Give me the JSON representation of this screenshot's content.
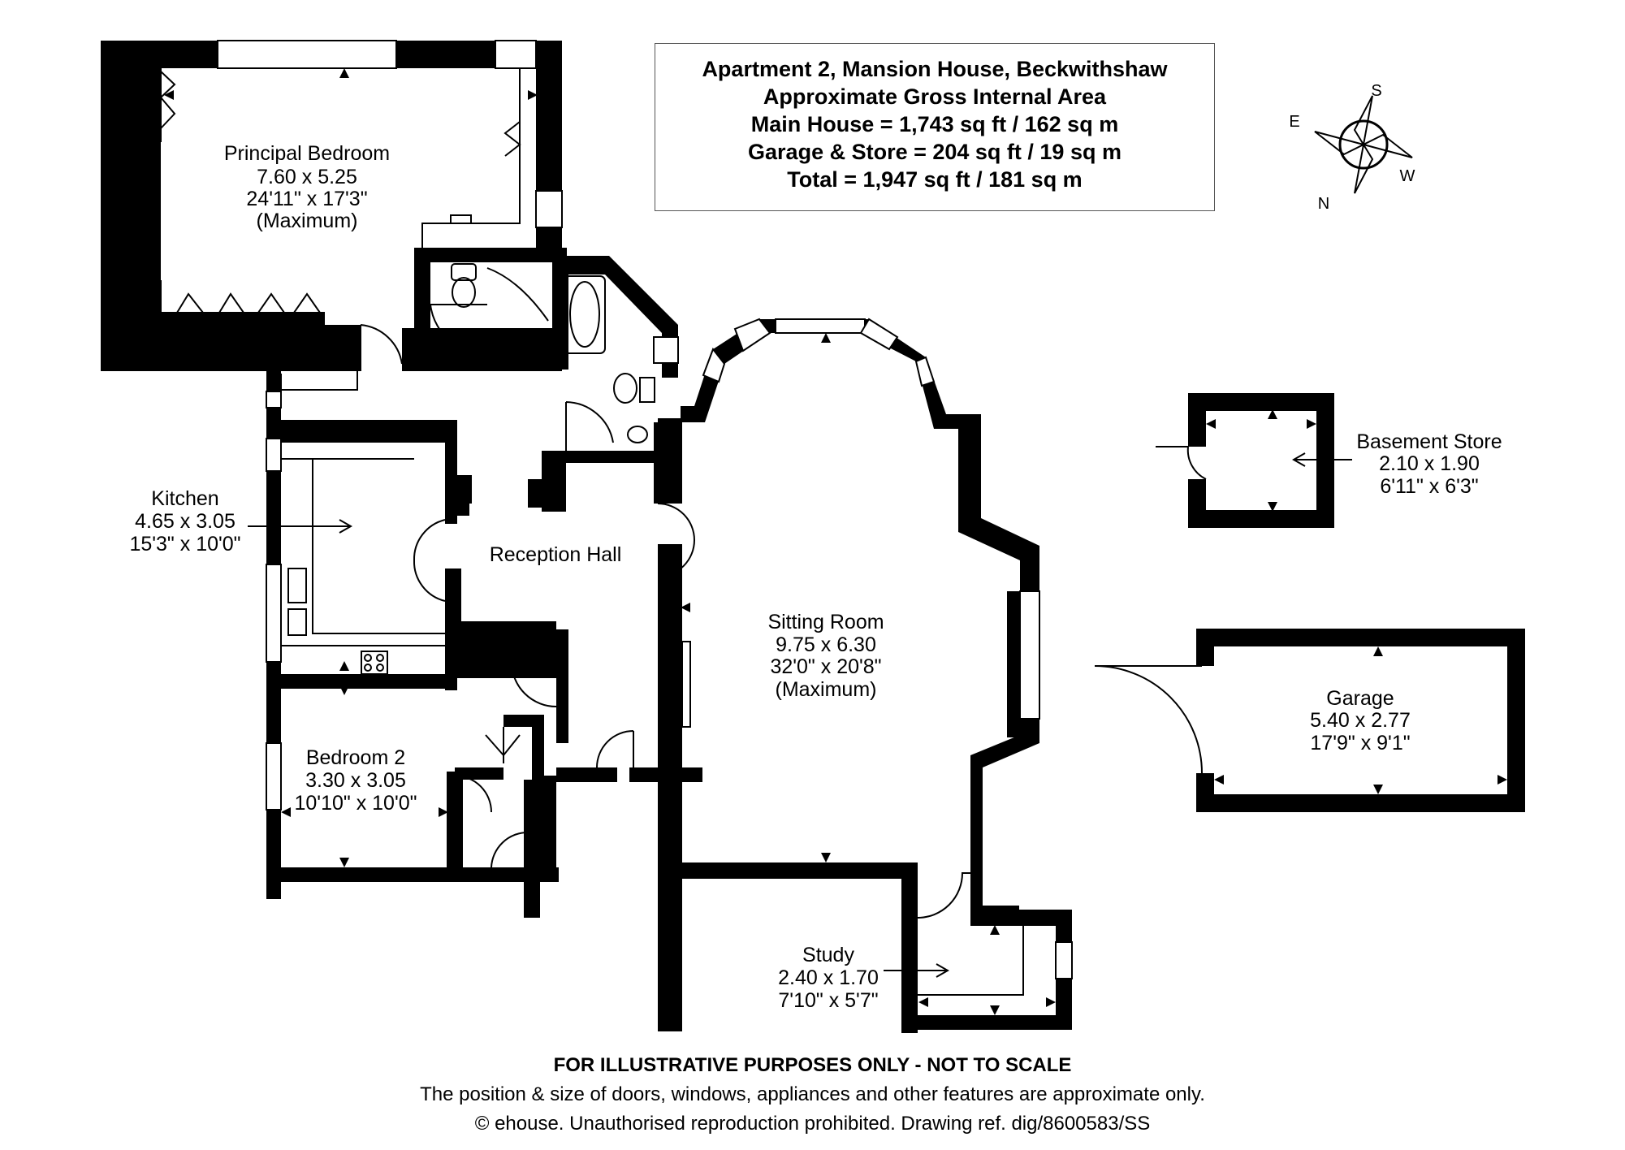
{
  "header": {
    "title": "Apartment 2, Mansion House, Beckwithshaw",
    "subtitle": "Approximate Gross Internal Area",
    "main_house": "Main House = 1,743 sq ft / 162 sq m",
    "garage_store": "Garage & Store = 204 sq ft / 19 sq m",
    "total": "Total = 1,947 sq ft / 181 sq m"
  },
  "compass": {
    "e": "E",
    "s": "S",
    "w": "W",
    "n": "N"
  },
  "rooms": {
    "principal_bedroom": {
      "name": "Principal Bedroom",
      "metric": "7.60 x 5.25",
      "imperial": "24'11\" x 17'3\"",
      "note": "(Maximum)"
    },
    "kitchen": {
      "name": "Kitchen",
      "metric": "4.65 x 3.05",
      "imperial": "15'3\" x 10'0\""
    },
    "reception_hall": {
      "name": "Reception Hall"
    },
    "sitting_room": {
      "name": "Sitting Room",
      "metric": "9.75 x 6.30",
      "imperial": "32'0\" x 20'8\"",
      "note": "(Maximum)"
    },
    "bedroom_2": {
      "name": "Bedroom 2",
      "metric": "3.30 x 3.05",
      "imperial": "10'10\" x 10'0\""
    },
    "study": {
      "name": "Study",
      "metric": "2.40 x 1.70",
      "imperial": "7'10\" x 5'7\""
    },
    "basement_store": {
      "name": "Basement Store",
      "metric": "2.10 x 1.90",
      "imperial": "6'11\" x 6'3\""
    },
    "garage": {
      "name": "Garage",
      "metric": "5.40 x 2.77",
      "imperial": "17'9\" x 9'1\""
    }
  },
  "footer": {
    "disclaimer": "FOR ILLUSTRATIVE PURPOSES ONLY - NOT TO SCALE",
    "note": "The position & size of doors, windows, appliances and other features are approximate only.",
    "copyright": "© ehouse. Unauthorised reproduction prohibited. Drawing ref. dig/8600583/SS"
  }
}
